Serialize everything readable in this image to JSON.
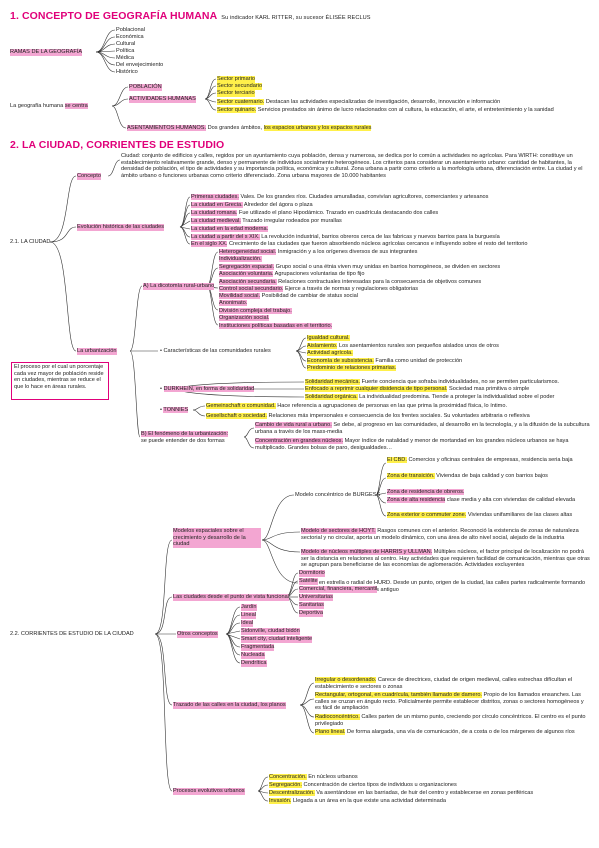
{
  "s1": {
    "title": "1.   CONCEPTO DE GEOGRAFÍA HUMANA",
    "subtitle": "Su indicador KARL RITTER, su sucesor ÉLISÉE RECLUS",
    "ramas": "RAMAS DE LA GEOGRAFÍA",
    "ramas_items": [
      "Poblacional",
      "Económica",
      "Cultural",
      "Política",
      "Médica",
      "Del envejecimiento",
      "Histórico"
    ],
    "lg_a": "La geografía humana",
    "lg_b": "se centra",
    "poblacion": "POBLACIÓN",
    "actividades": "ACTIVIDADES HUMANAS",
    "sec1": "Sector primario",
    "sec2": "Sector secundario",
    "sec3": "Sector terciario",
    "sec4_h": "Sector cuaternario.",
    "sec4_t": "Destacan las actividades especializadas de investigación, desarrollo, innovación e información",
    "sec5_h": "Sector quinario.",
    "sec5_t": "Servicios prestados sin ánimo de lucro relacionados con al cultura, la educación, el arte, el entretenimiento y la sanidad",
    "asent_h": "ASENTAMIENTOS HUMANOS.",
    "asent_t": "Dos grandes ámbitos,",
    "asent_y": "los espacios urbanos y los espacios rurales"
  },
  "s2": {
    "title": "2.  LA CIUDAD, CORRIENTES DE ESTUDIO",
    "c21": "2.1. LA CIUDAD",
    "concepto": "Concepto",
    "concepto_text": "Ciudad: conjunto de edificios y calles, regidos por un ayuntamiento cuya población, densa y numerosa, se dedica por lo común a actividades no agrícolas. Para WIRTH: constituye un establecimiento relativamente grande, denso y permanente de individuos socialmente heterogéneos. Los criterios para considerar un asentamiento urbano: cantidad de habitantes, la densidad de población, el tipo de actividades y su importancia política, económica y cultural. Zona urbana a partir como criterio a la morfología urbana, diferenciación entre. La ciudad y el ámbito urbano o funciones urbanas como criterio diferenciado. Zona urbana mayores de 10.000 habitantes",
    "evol": "Evolución histórica de las ciudades",
    "evol_items": [
      {
        "h": "Primeras ciudades.",
        "t": "Vales. De los grandes ríos. Ciudades amuralladas, convivían agricultores, comerciantes y artesanos"
      },
      {
        "h": "La ciudad en Grecia.",
        "t": "Alrededor del ágora o plaza"
      },
      {
        "h": "La ciudad romana.",
        "t": "Fue utilizado el plano Hipodámico. Trazado en cuadrícula destacando dos calles"
      },
      {
        "h": "La ciudad medieval.",
        "t": "Trazado irregular rodeados por murallas"
      },
      {
        "h": "La ciudad en la edad moderna.",
        "t": ""
      },
      {
        "h": "La ciudad a partir del s XIX.",
        "t": "La revolución industrial, barrios obreros cerca de las fabricas y nuevos barrios para la burguesía"
      },
      {
        "h": "En el siglo XX.",
        "t": "Crecimiento de las ciudades que fueron absorbiendo núcleos agrícolas cercanos e influyendo sobre el resto del territorio"
      }
    ],
    "urbanizacion": "La urbanización",
    "urb_box": "El proceso por el cual un porcentaje cada vez mayor de población reside en ciudades, mientras se reduce el que lo hace en áreas rurales.",
    "dicot": "A)  La dicotomía rural-urbano",
    "dicot_items": [
      {
        "h": "Heterogeneidad social.",
        "t": "Inmigración y a los orígenes diversos de sus integrantes"
      },
      {
        "h": "Individualización.",
        "t": ""
      },
      {
        "h": "Segregación espacial.",
        "t": "Grupo social o una étnia viven muy unidas en barrios homogéneos, se dividen en sectores"
      },
      {
        "h": "Asociación voluntaria.",
        "t": "Agrupaciones voluntarias de tipo fijo"
      },
      {
        "h": "Asociación secundaria.",
        "t": "Relaciones contractuales interesadas para la consecuencia de objetivos comunes"
      },
      {
        "h": "Control social secundario.",
        "t": "Ejerce a través de normas y regulaciones obligatorias"
      },
      {
        "h": "Movilidad social.",
        "t": "Posibilidad de cambiar de status social"
      },
      {
        "h": "Anonimato.",
        "t": ""
      },
      {
        "h": "División compleja del trabajo.",
        "t": ""
      },
      {
        "h": "Organización social.",
        "t": ""
      },
      {
        "h": "Instituciones políticas basadas en el territorio.",
        "t": ""
      }
    ],
    "caract": "Características de las comunidades rurales",
    "caract_items": [
      {
        "h": "Igualdad cultural.",
        "t": ""
      },
      {
        "h": "Aislamiento.",
        "t": "Los asentamientos rurales son pequeños aislados unos de otros"
      },
      {
        "h": "Actividad agrícola.",
        "t": ""
      },
      {
        "h": "Economía de subsistencia.",
        "t": "Familia como unidad de protección"
      },
      {
        "h": "Predominio de relaciones primarias.",
        "t": ""
      }
    ],
    "durk": "DURKHEIN, en forma de solidaridad",
    "durk_items": [
      {
        "h": "Solidaridad mecánica.",
        "t": "Fuerte conciencia que sofraba individualidades, no se permiten particularismos."
      },
      {
        "h": "Enfocado a reprimir cualquier disidencia de tipo personal.",
        "t": "Sociedad mas primitiva o simple"
      },
      {
        "h": "Solidaridad orgánica.",
        "t": "La individualidad predomina. Tiende a proteger la individualidad sobre el poder"
      }
    ],
    "tonnies": "TONNIES",
    "tonnies_items": [
      {
        "h": "Gemeinschaft o comunidad.",
        "t": "Hace referencia a agrupaciones de personas en las que prima la proximidad física, lo íntimo."
      },
      {
        "h": "Gesellschaft o sociedad.",
        "t": "Relaciones más impersonales e consecuencia de los frentes sociales. Su voluntades arbitraria o reflexiva"
      }
    ],
    "fenomeno_h": "B)  El fenómeno de la urbanización:",
    "fenomeno_t": "se puede entender de dos formas",
    "fen_items": [
      {
        "h": "Cambio de vida rural a urbano.",
        "t": "Se debe, al progreso en las comunidades, al desarrollo en la tecnología, y a la difusión de la subcultura urbana a través de los mass-media"
      },
      {
        "h": "Concentración en grandes núcleos.",
        "t": "Mayor índice de natalidad y menor de mortandad en los grandes núcleos urbanos se haya multiplicado. Grandes bolsas de paro, desigualdades…"
      }
    ],
    "c22": "2.2. CORRIENTES DE ESTUDIO DE LA CIUDAD",
    "modelos": "Modelos espaciales sobre el crecimiento y desarrollo de la ciudad",
    "burgess": "Modelo concéntrico de BURGESS",
    "burgess_items": [
      {
        "h": "El CBD.",
        "t": "Comercios y oficinas centrales de empresas, residencia seria baja"
      },
      {
        "h": "Zona de transición.",
        "t": "Viviendas de baja calidad y con barrios bajos"
      },
      {
        "h": "Zona de residencia de obreros.",
        "t": ""
      },
      {
        "h": "Zona de alta residencia",
        "t": "clase media y alta con viviendas de calidad elevada"
      },
      {
        "h": "Zona exterior o commuter zone.",
        "t": "Viviendas unifamiliares de las clases altas"
      }
    ],
    "hoyt_h": "Modelo de sectores de HOYT.",
    "hoyt_t": "Rasgos comunes con el anterior. Reconoció la existencia de zonas de naturaleza sectorial y no circular, aporta un modelo dinámico, con una área de alto nivel social, alejado de la industria",
    "harris_h": "Modelo de núcleos múltiples de HARRIS y ULLMAN.",
    "harris_t": "Múltiples núcleos, el factor principal de localización no podrá ser la distancia en relaciones al centro. Hay actividades que requieren facilidad de comunicación, mientras que otras se agrupan para beneficiarse de las economías de aglomeración. Actividades excluyentes",
    "hurd": "Modelo en estrella o radial de HURD. Desde un punto, origen de la ciudad, las calles partes radicalmente formando un desarrollo en estrella. El más antiguo",
    "funcional": "Las ciudades desde el punto de vista funcional",
    "func_items": [
      "Dormitorio",
      "Satélite",
      "Comercial, financiera, mercantil",
      "Universitarias",
      "Sanitarias",
      "Deportiva"
    ],
    "otros": "Otros conceptos",
    "otros_items": [
      "Jardín",
      "Lineal",
      "Ideal",
      "Sidonville, ciudad bidón",
      "Smart city, ciudad inteligente",
      "Fragmentada",
      "Nucleada",
      "Dendrítica"
    ],
    "trazado": "Trazado de las calles en la ciudad, los planos",
    "trazado_items": [
      {
        "h": "Irregular o desordenado.",
        "t": "Carece de directrices, ciudad de origen medieval, calles estrechas difícultan el establecimiento e sectores o zonas"
      },
      {
        "h": "Rectangular, ortogonal, en cuadrícula, también llamado de damero.",
        "t": "Propio de los llamados ensanches. Las calles se cruzan en ángulo recto. Policialmente permite establecer distritos, zonas o sectores homogéneos y es fácil de ampliación"
      },
      {
        "h": "Radioconcéntrico.",
        "t": "Calles parten de un mismo punto, creciendo por círculo concéntricos. El centro es el punto privilegiado"
      },
      {
        "h": "Plano lineal.",
        "t": "De forma alargada, una vía de comunicación, de a costa o de los márgenes de algunos ríos"
      }
    ],
    "procesos": "Procesos evolutivos urbanos",
    "procesos_items": [
      {
        "h": "Concentración.",
        "t": "En núcleos urbanos"
      },
      {
        "h": "Segregación.",
        "t": "Concentración de ciertos tipos de individuos u organizaciones"
      },
      {
        "h": "Descentralización.",
        "t": "Va asentándose en las barriadas, de huir del centro y establecerse en zonas periféricas"
      },
      {
        "h": "Invasión.",
        "t": "Llegada a un área en la que existe una actividad determinada"
      }
    ]
  }
}
